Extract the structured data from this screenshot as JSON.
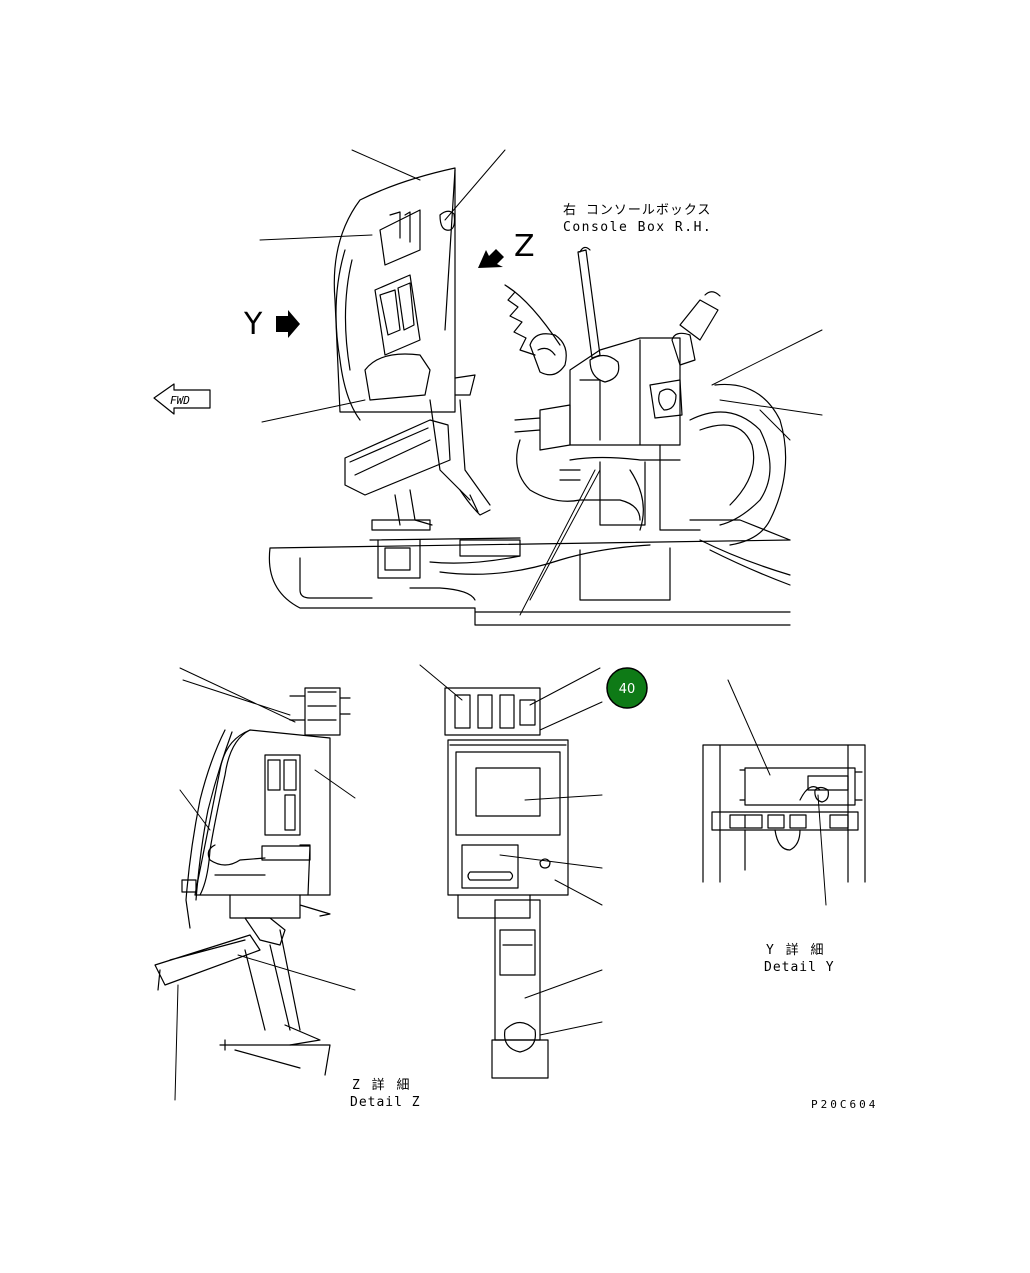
{
  "console_label": {
    "jp": "右 コンソールボックス",
    "en": "Console Box R.H."
  },
  "view_y_letter": "Y",
  "view_z_letter": "Z",
  "fwd_label": "FWD",
  "badge": {
    "number": "40",
    "color": "#0e7a16"
  },
  "detail_z": {
    "jp": "Z 詳 細",
    "en": "Detail Z"
  },
  "detail_y": {
    "jp": "Y 詳 細",
    "en": "Detail Y"
  },
  "drawing_number": "P20C604"
}
